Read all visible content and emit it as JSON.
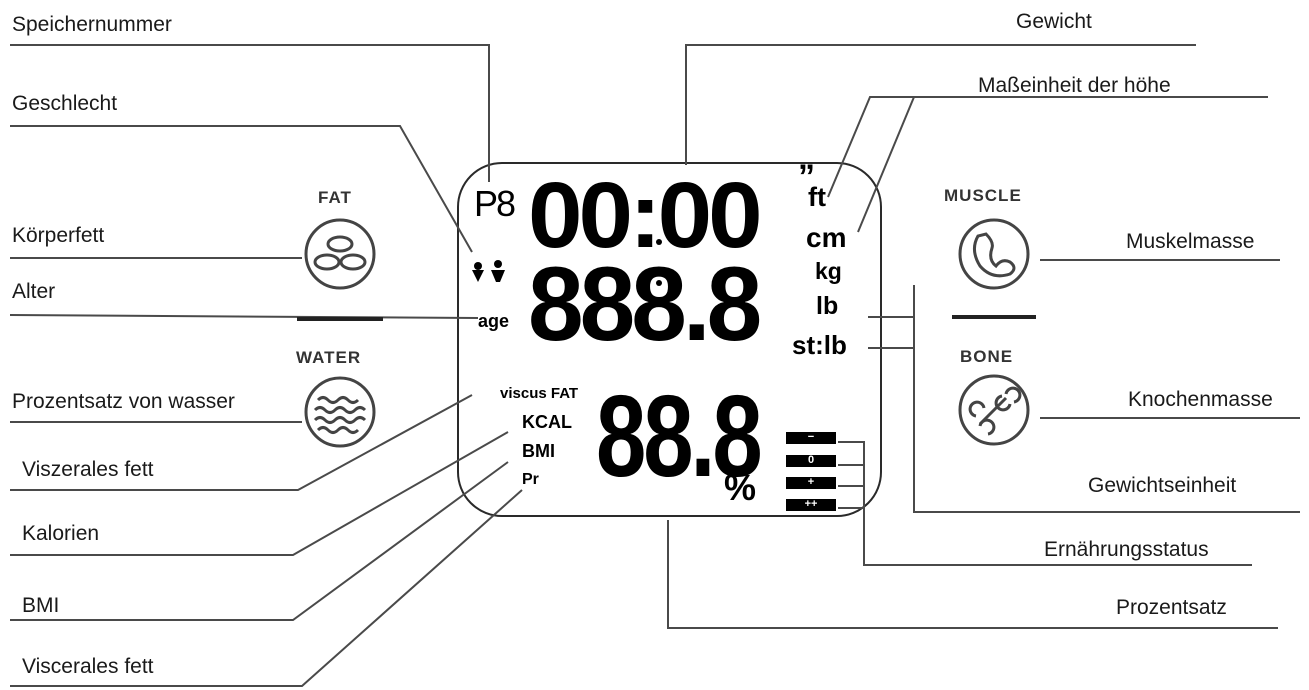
{
  "callouts": {
    "speichernummer": "Speichernummer",
    "geschlecht": "Geschlecht",
    "koerperfett": "Körperfett",
    "alter": "Alter",
    "prozentsatz_wasser": "Prozentsatz von wasser",
    "viszerales_fett": "Viszerales fett",
    "kalorien": "Kalorien",
    "bmi": "BMI",
    "viscerales_fett": "Viscerales fett",
    "gewicht": "Gewicht",
    "masseinheit_hoehe": "Maßeinheit der höhe",
    "muskelmasse": "Muskelmasse",
    "knochenmasse": "Knochenmasse",
    "gewichtseinheit": "Gewichtseinheit",
    "ernaehrungsstatus": "Ernährungsstatus",
    "prozentsatz": "Prozentsatz"
  },
  "buttons": {
    "fat": "FAT",
    "water": "WATER",
    "muscle": "MUSCLE",
    "bone": "BONE"
  },
  "lcd": {
    "memory": "P8",
    "row1": "00:00",
    "row1_mark": "”",
    "row2": "888.8",
    "row3": "88.8",
    "percent": "%",
    "units": {
      "ft": "ft",
      "cm": "cm",
      "kg": "kg",
      "lb": "lb",
      "stlb": "st:lb"
    },
    "age": "age",
    "viscus_fat": "viscus FAT",
    "kcal": "KCAL",
    "bmi": "BMI",
    "pr": "Pr",
    "status_bars": [
      "−",
      "0",
      "+",
      "++"
    ]
  }
}
